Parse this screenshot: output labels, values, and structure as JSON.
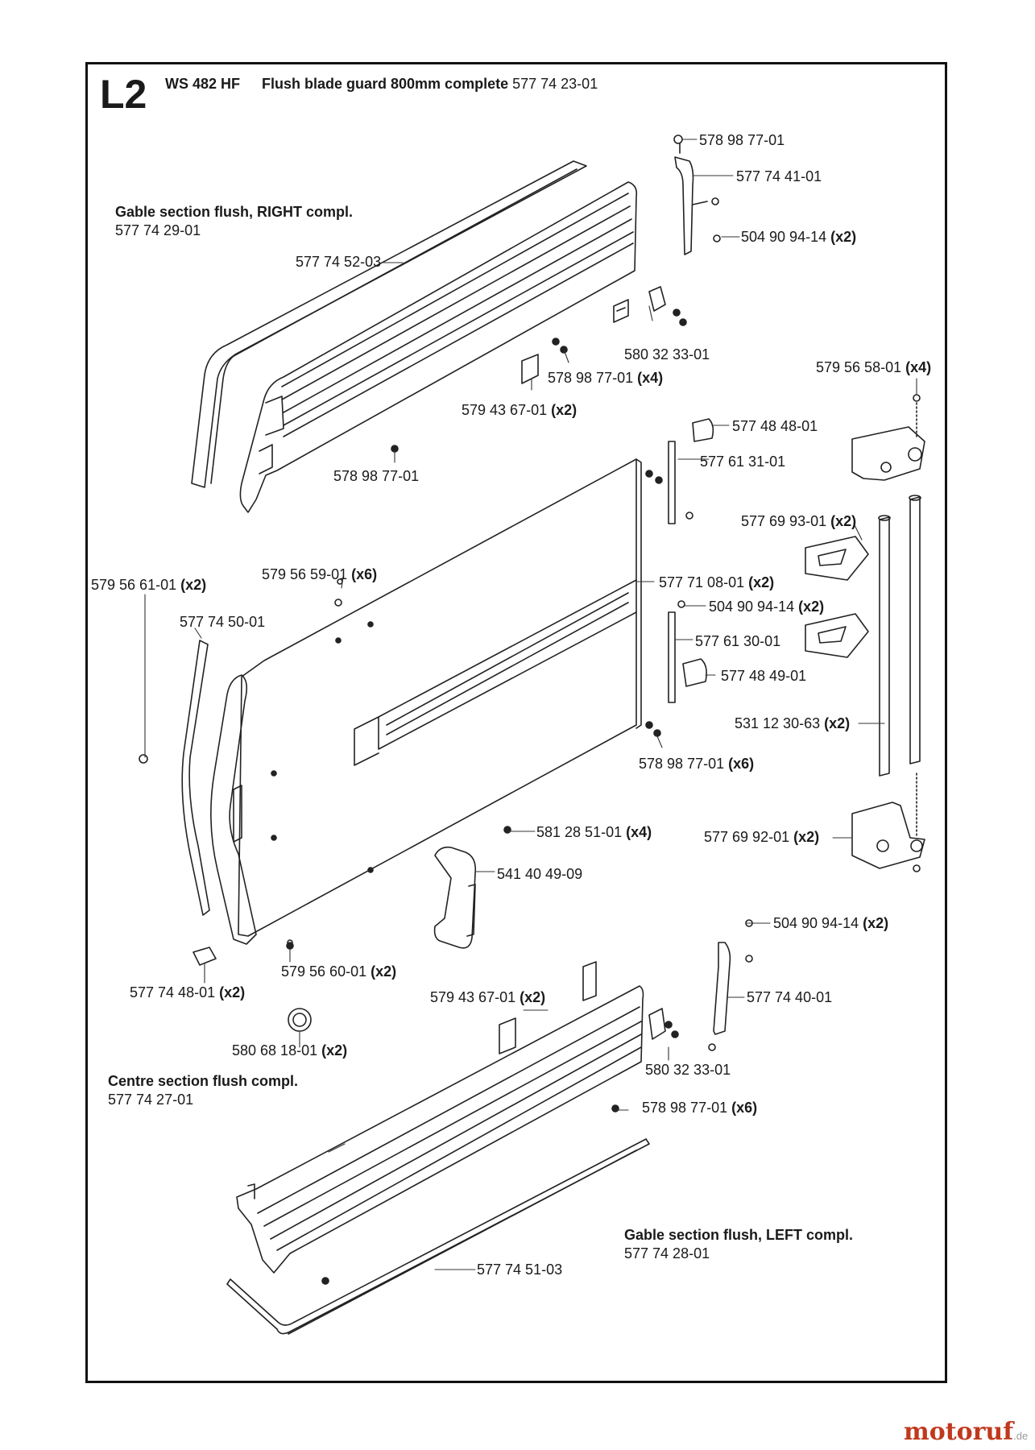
{
  "header": {
    "page_id": "L2",
    "model": "WS 482 HF",
    "description_bold": "Flush blade guard 800mm complete",
    "description_part": "577 74 23-01"
  },
  "sections": {
    "right": {
      "title": "Gable section flush, RIGHT compl.",
      "part": "577 74 29-01"
    },
    "centre": {
      "title": "Centre section flush compl.",
      "part": "577 74 27-01"
    },
    "left": {
      "title": "Gable section flush, LEFT compl.",
      "part": "577 74 28-01"
    }
  },
  "callouts": [
    {
      "part": "578 98 77-01",
      "qty": ""
    },
    {
      "part": "577 74 41-01",
      "qty": ""
    },
    {
      "part": "504 90 94-14",
      "qty": "(x2)"
    },
    {
      "part": "577 74 52-03",
      "qty": ""
    },
    {
      "part": "580 32 33-01",
      "qty": ""
    },
    {
      "part": "578 98 77-01",
      "qty": "(x4)"
    },
    {
      "part": "579 43 67-01",
      "qty": "(x2)"
    },
    {
      "part": "579 56 58-01",
      "qty": "(x4)"
    },
    {
      "part": "577 48 48-01",
      "qty": ""
    },
    {
      "part": "578 98 77-01",
      "qty": ""
    },
    {
      "part": "577 61 31-01",
      "qty": ""
    },
    {
      "part": "577 69 93-01",
      "qty": "(x2)"
    },
    {
      "part": "579 56 61-01",
      "qty": "(x2)"
    },
    {
      "part": "579 56 59-01",
      "qty": "(x6)"
    },
    {
      "part": "577 71 08-01",
      "qty": "(x2)"
    },
    {
      "part": "577 74 50-01",
      "qty": ""
    },
    {
      "part": "504 90 94-14",
      "qty": "(x2)"
    },
    {
      "part": "577 61 30-01",
      "qty": ""
    },
    {
      "part": "577 48 49-01",
      "qty": ""
    },
    {
      "part": "531 12 30-63",
      "qty": "(x2)"
    },
    {
      "part": "578 98 77-01",
      "qty": "(x6)"
    },
    {
      "part": "581 28 51-01",
      "qty": "(x4)"
    },
    {
      "part": "577 69 92-01",
      "qty": "(x2)"
    },
    {
      "part": "541 40 49-09",
      "qty": ""
    },
    {
      "part": "504 90 94-14",
      "qty": "(x2)"
    },
    {
      "part": "579 56 60-01",
      "qty": "(x2)"
    },
    {
      "part": "577 74 48-01",
      "qty": "(x2)"
    },
    {
      "part": "579 43 67-01",
      "qty": "(x2)"
    },
    {
      "part": "577 74 40-01",
      "qty": ""
    },
    {
      "part": "580 68 18-01",
      "qty": "(x2)"
    },
    {
      "part": "580 32 33-01",
      "qty": ""
    },
    {
      "part": "578 98 77-01",
      "qty": "(x6)"
    },
    {
      "part": "577 74 51-03",
      "qty": ""
    }
  ],
  "watermark": {
    "brand": "motoruf",
    "tld": ".de"
  },
  "colors": {
    "ink": "#1a1a1a",
    "brand": "#c0391d"
  }
}
